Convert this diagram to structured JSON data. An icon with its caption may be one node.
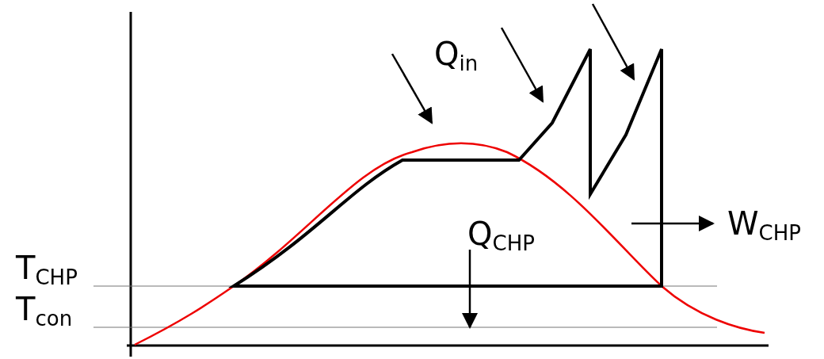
{
  "diagram": {
    "labels": [
      "Q$_{in}$",
      "Q$_{CHP}$",
      "W$_{CHP}$",
      "T$_{CHP}$",
      "T$_{con}$"
    ]
  }
}
